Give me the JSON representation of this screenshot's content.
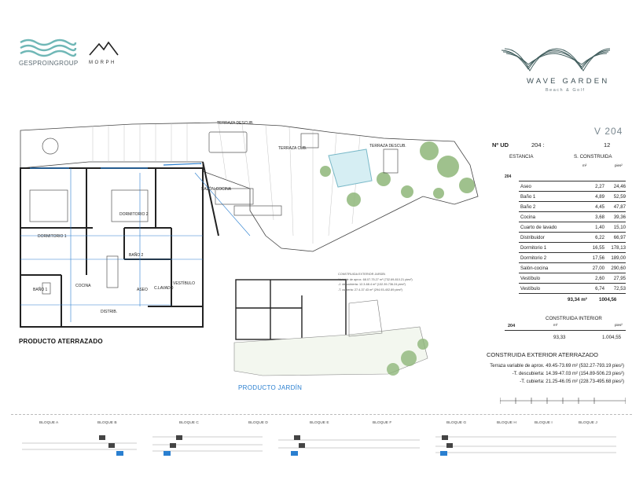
{
  "logos": {
    "gesproin": "GESPROINGROUP",
    "morph": "MORPH",
    "wave_garden_title": "WAVE GARDEN",
    "wave_garden_sub": "Beach & Golf"
  },
  "unit": {
    "code": "V 204",
    "nud_label": "Nº UD",
    "nud_value": "204 :",
    "nud_number": "12"
  },
  "table_construida": {
    "col_estancia": "ESTANCIA",
    "col_sconstruida": "S. CONSTRUIDA",
    "unit_m2": "m²",
    "unit_pies": "pies²",
    "group_label": "204",
    "rows": [
      {
        "name": "Aseo",
        "m2": "2,27",
        "pies": "24,46"
      },
      {
        "name": "Baño 1",
        "m2": "4,89",
        "pies": "52,59"
      },
      {
        "name": "Baño 2",
        "m2": "4,45",
        "pies": "47,87"
      },
      {
        "name": "Cocina",
        "m2": "3,68",
        "pies": "39,36"
      },
      {
        "name": "Cuarto de lavado",
        "m2": "1,40",
        "pies": "15,10"
      },
      {
        "name": "Distribuidor",
        "m2": "6,22",
        "pies": "66,97"
      },
      {
        "name": "Dormitorio 1",
        "m2": "16,55",
        "pies": "178,13"
      },
      {
        "name": "Dormitorio 2",
        "m2": "17,56",
        "pies": "189,00"
      },
      {
        "name": "Salón-cocina",
        "m2": "27,00",
        "pies": "290,60"
      },
      {
        "name": "Vestíbulo",
        "m2": "2,60",
        "pies": "27,95"
      },
      {
        "name": "Vestíbulo",
        "m2": "6,74",
        "pies": "72,53"
      }
    ],
    "total_m2": "93,34 m²",
    "total_pies": "1004,56"
  },
  "table_interior": {
    "title": "CONSTRUIDA INTERIOR",
    "unit_m2": "m²",
    "unit_pies": "pies²",
    "row_label": "204",
    "m2": "93,33",
    "pies": "1.004,55"
  },
  "exterior": {
    "title": "CONSTRUIDA EXTERIOR ATERRAZADO",
    "line1": "Terraza variable de aprox. 49.45-73.69 m² (532.27-793.19 pies²)",
    "line2": "-T. descubierta: 14.39-47.03 m² (154.89-506.23 pies²)",
    "line3": "-T. cubierta: 21.25-46.05 m² (228.73-495.68 pies²)"
  },
  "jardin_note": {
    "title": "CONSTRUIDA EXTERIOR JARDÍN",
    "line1": "Variable de aprox. 68.07-75.27 m² (732.69-810.21 pies²)",
    "line2": "-J. descubierta: 12.3-68.4 m² (132.39-736.24 pies²)",
    "line3": "-T. cubierta: 27.4-37.43 m² (294.93-402.89 pies²)"
  },
  "plan_labels": {
    "producto_aterrazado": "PRODUCTO ATERRAZADO",
    "producto_jardin": "PRODUCTO JARDÍN",
    "terraza_desc_1": "TERRAZA DESCUB.",
    "terraza_cub": "TERRAZA CUB.",
    "terraza_desc_2": "TERRAZA DESCUB.",
    "salon_cocina": "SALÓN-COCINA",
    "dormitorio_2": "DORMITORIO 2",
    "dormitorio_1": "DORMITORIO 1",
    "bano_2": "BAÑO 2",
    "bano_1": "BAÑO 1",
    "cocina": "COCINA",
    "aseo": "ASEO",
    "cl": "C.LAVADO",
    "vestibulo": "VESTÍBULO",
    "distrib": "DISTRIB."
  },
  "bloques": [
    "BLOQUE A",
    "BLOQUE B",
    "BLOQUE C",
    "BLOQUE D",
    "BLOQUE E",
    "BLOQUE F",
    "BLOQUE G",
    "BLOQUE H",
    "BLOQUE I",
    "BLOQUE J"
  ],
  "colors": {
    "accent_blue": "#2a7fd0",
    "teal": "#4f9aa8",
    "wall": "#222222",
    "green": "#6e9e55"
  }
}
